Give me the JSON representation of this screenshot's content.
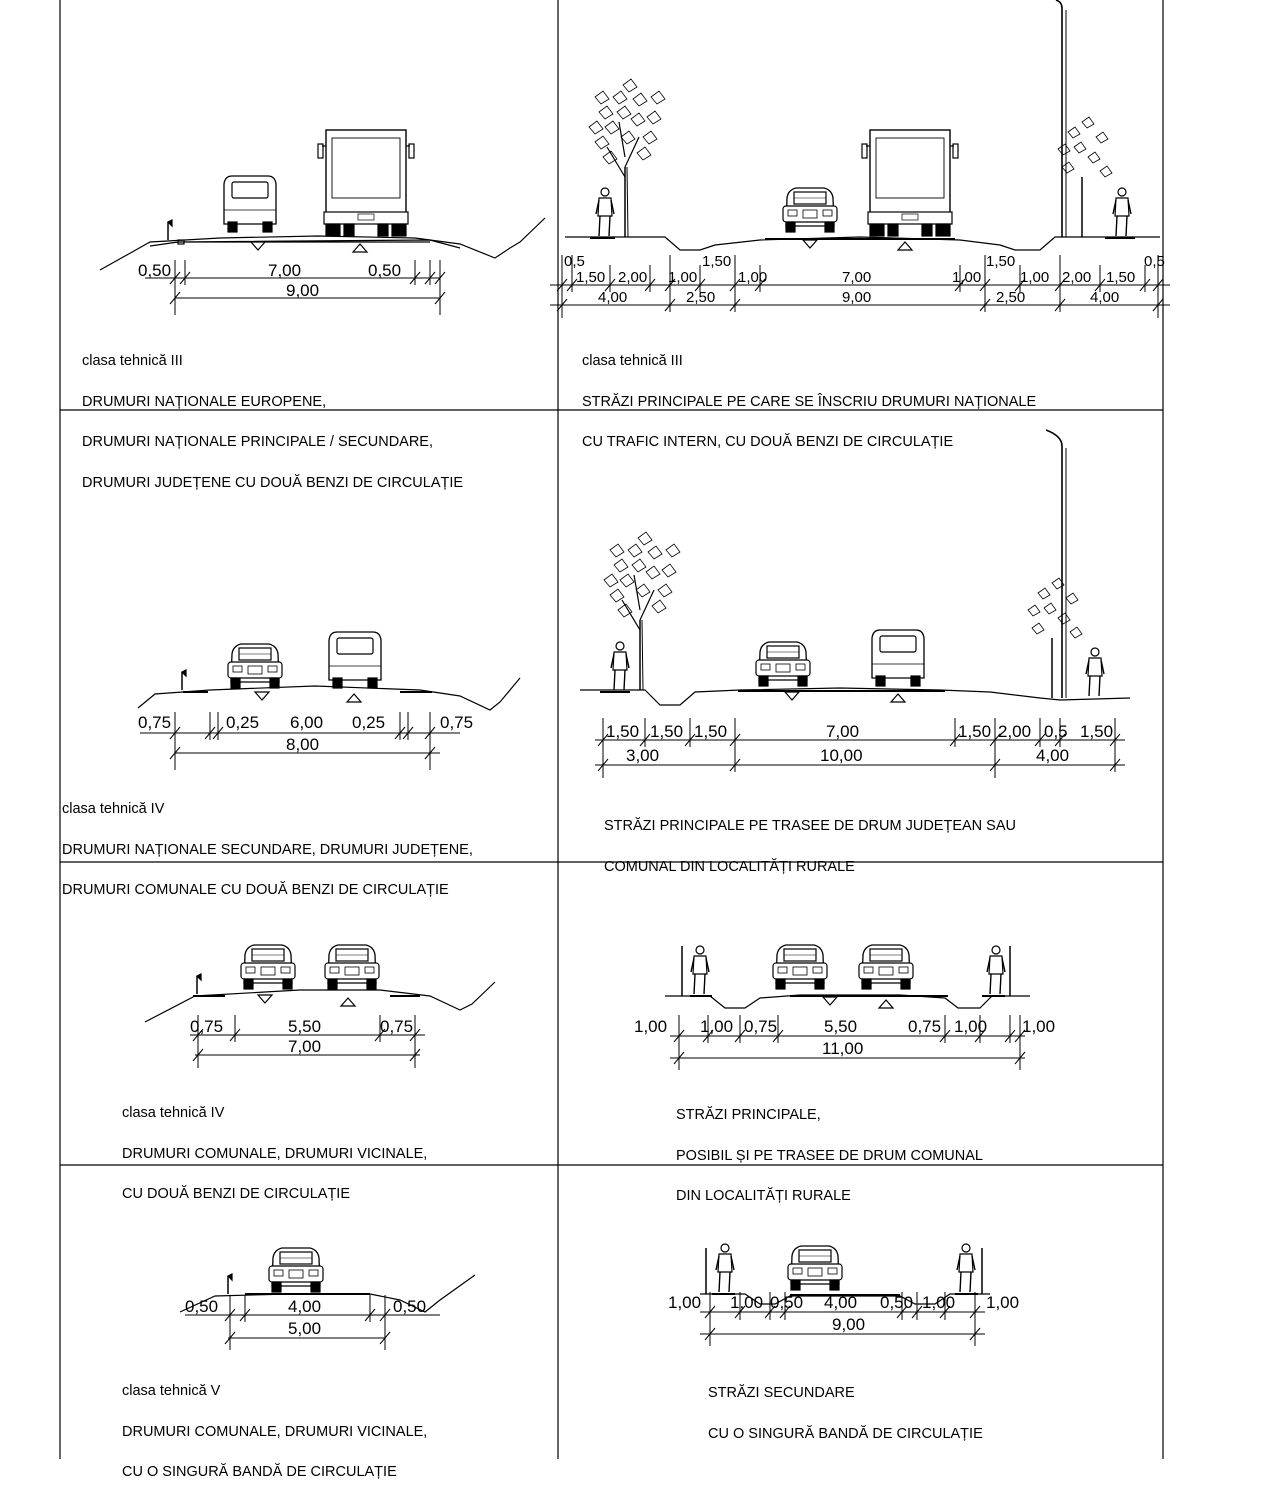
{
  "colors": {
    "ink": "#000000",
    "paper": "#ffffff"
  },
  "icons": [
    "car-icon",
    "van-icon",
    "truck-icon",
    "tree-icon",
    "pedestrian-icon",
    "street-lamp-icon",
    "road-sign-icon"
  ],
  "panels": [
    {
      "id": "p1",
      "dims_top": [
        "0,50",
        "7,00",
        "0,50"
      ],
      "dims_total": [
        "9,00"
      ],
      "caption": [
        "clasa tehnică III",
        "DRUMURI NAȚIONALE EUROPENE,",
        "DRUMURI NAȚIONALE PRINCIPALE / SECUNDARE,",
        "DRUMURI JUDEȚENE CU DOUĂ BENZI DE CIRCULAȚIE"
      ]
    },
    {
      "id": "p2",
      "dims_top": [
        "0,5",
        "1,50",
        "2,00",
        "1,00",
        "1,50",
        "1,00",
        "7,00",
        "1,00",
        "1,50",
        "1,00",
        "2,00",
        "1,50",
        "0,5"
      ],
      "dims_total": [
        "4,00",
        "2,50",
        "9,00",
        "2,50",
        "4,00"
      ],
      "caption": [
        "clasa tehnică III",
        "STRĂZI PRINCIPALE PE CARE SE ÎNSCRIU DRUMURI NAȚIONALE",
        "CU TRAFIC INTERN, CU DOUĂ BENZI DE CIRCULAȚIE"
      ]
    },
    {
      "id": "p3",
      "dims_top": [
        "0,75",
        "0,25",
        "6,00",
        "0,25",
        "0,75"
      ],
      "dims_total": [
        "8,00"
      ],
      "caption": [
        "clasa tehnică IV",
        "DRUMURI NAȚIONALE SECUNDARE, DRUMURI JUDEȚENE,",
        "DRUMURI COMUNALE CU DOUĂ BENZI DE CIRCULAȚIE"
      ]
    },
    {
      "id": "p4",
      "dims_top": [
        "1,50",
        "1,50",
        "1,50",
        "7,00",
        "1,50",
        "2,00",
        "0,5",
        "1,50"
      ],
      "dims_total": [
        "3,00",
        "10,00",
        "4,00"
      ],
      "caption": [
        "STRĂZI PRINCIPALE PE TRASEE DE DRUM JUDEȚEAN SAU",
        "COMUNAL DIN LOCALITĂȚI RURALE"
      ]
    },
    {
      "id": "p5",
      "dims_top": [
        "0,75",
        "5,50",
        "0,75"
      ],
      "dims_total": [
        "7,00"
      ],
      "caption": [
        "clasa tehnică IV",
        "DRUMURI COMUNALE, DRUMURI VICINALE,",
        "CU DOUĂ BENZI DE CIRCULAȚIE"
      ]
    },
    {
      "id": "p6",
      "dims_top": [
        "1,00",
        "1,00",
        "0,75",
        "5,50",
        "0,75",
        "1,00",
        "1,00"
      ],
      "dims_total": [
        "11,00"
      ],
      "caption": [
        "STRĂZI PRINCIPALE,",
        "POSIBIL ȘI PE TRASEE DE DRUM COMUNAL",
        "DIN LOCALITĂȚI RURALE"
      ]
    },
    {
      "id": "p7",
      "dims_top": [
        "0,50",
        "4,00",
        "0,50"
      ],
      "dims_total": [
        "5,00"
      ],
      "caption": [
        "clasa tehnică V",
        "DRUMURI COMUNALE, DRUMURI VICINALE,",
        "CU O SINGURĂ BANDĂ DE CIRCULAȚIE"
      ]
    },
    {
      "id": "p8",
      "dims_top": [
        "1,00",
        "1,00",
        "0,50",
        "4,00",
        "0,50",
        "1,00",
        "1,00"
      ],
      "dims_total": [
        "9,00"
      ],
      "caption": [
        "STRĂZI SECUNDARE",
        "CU O SINGURĂ BANDĂ DE CIRCULAȚIE"
      ]
    }
  ]
}
